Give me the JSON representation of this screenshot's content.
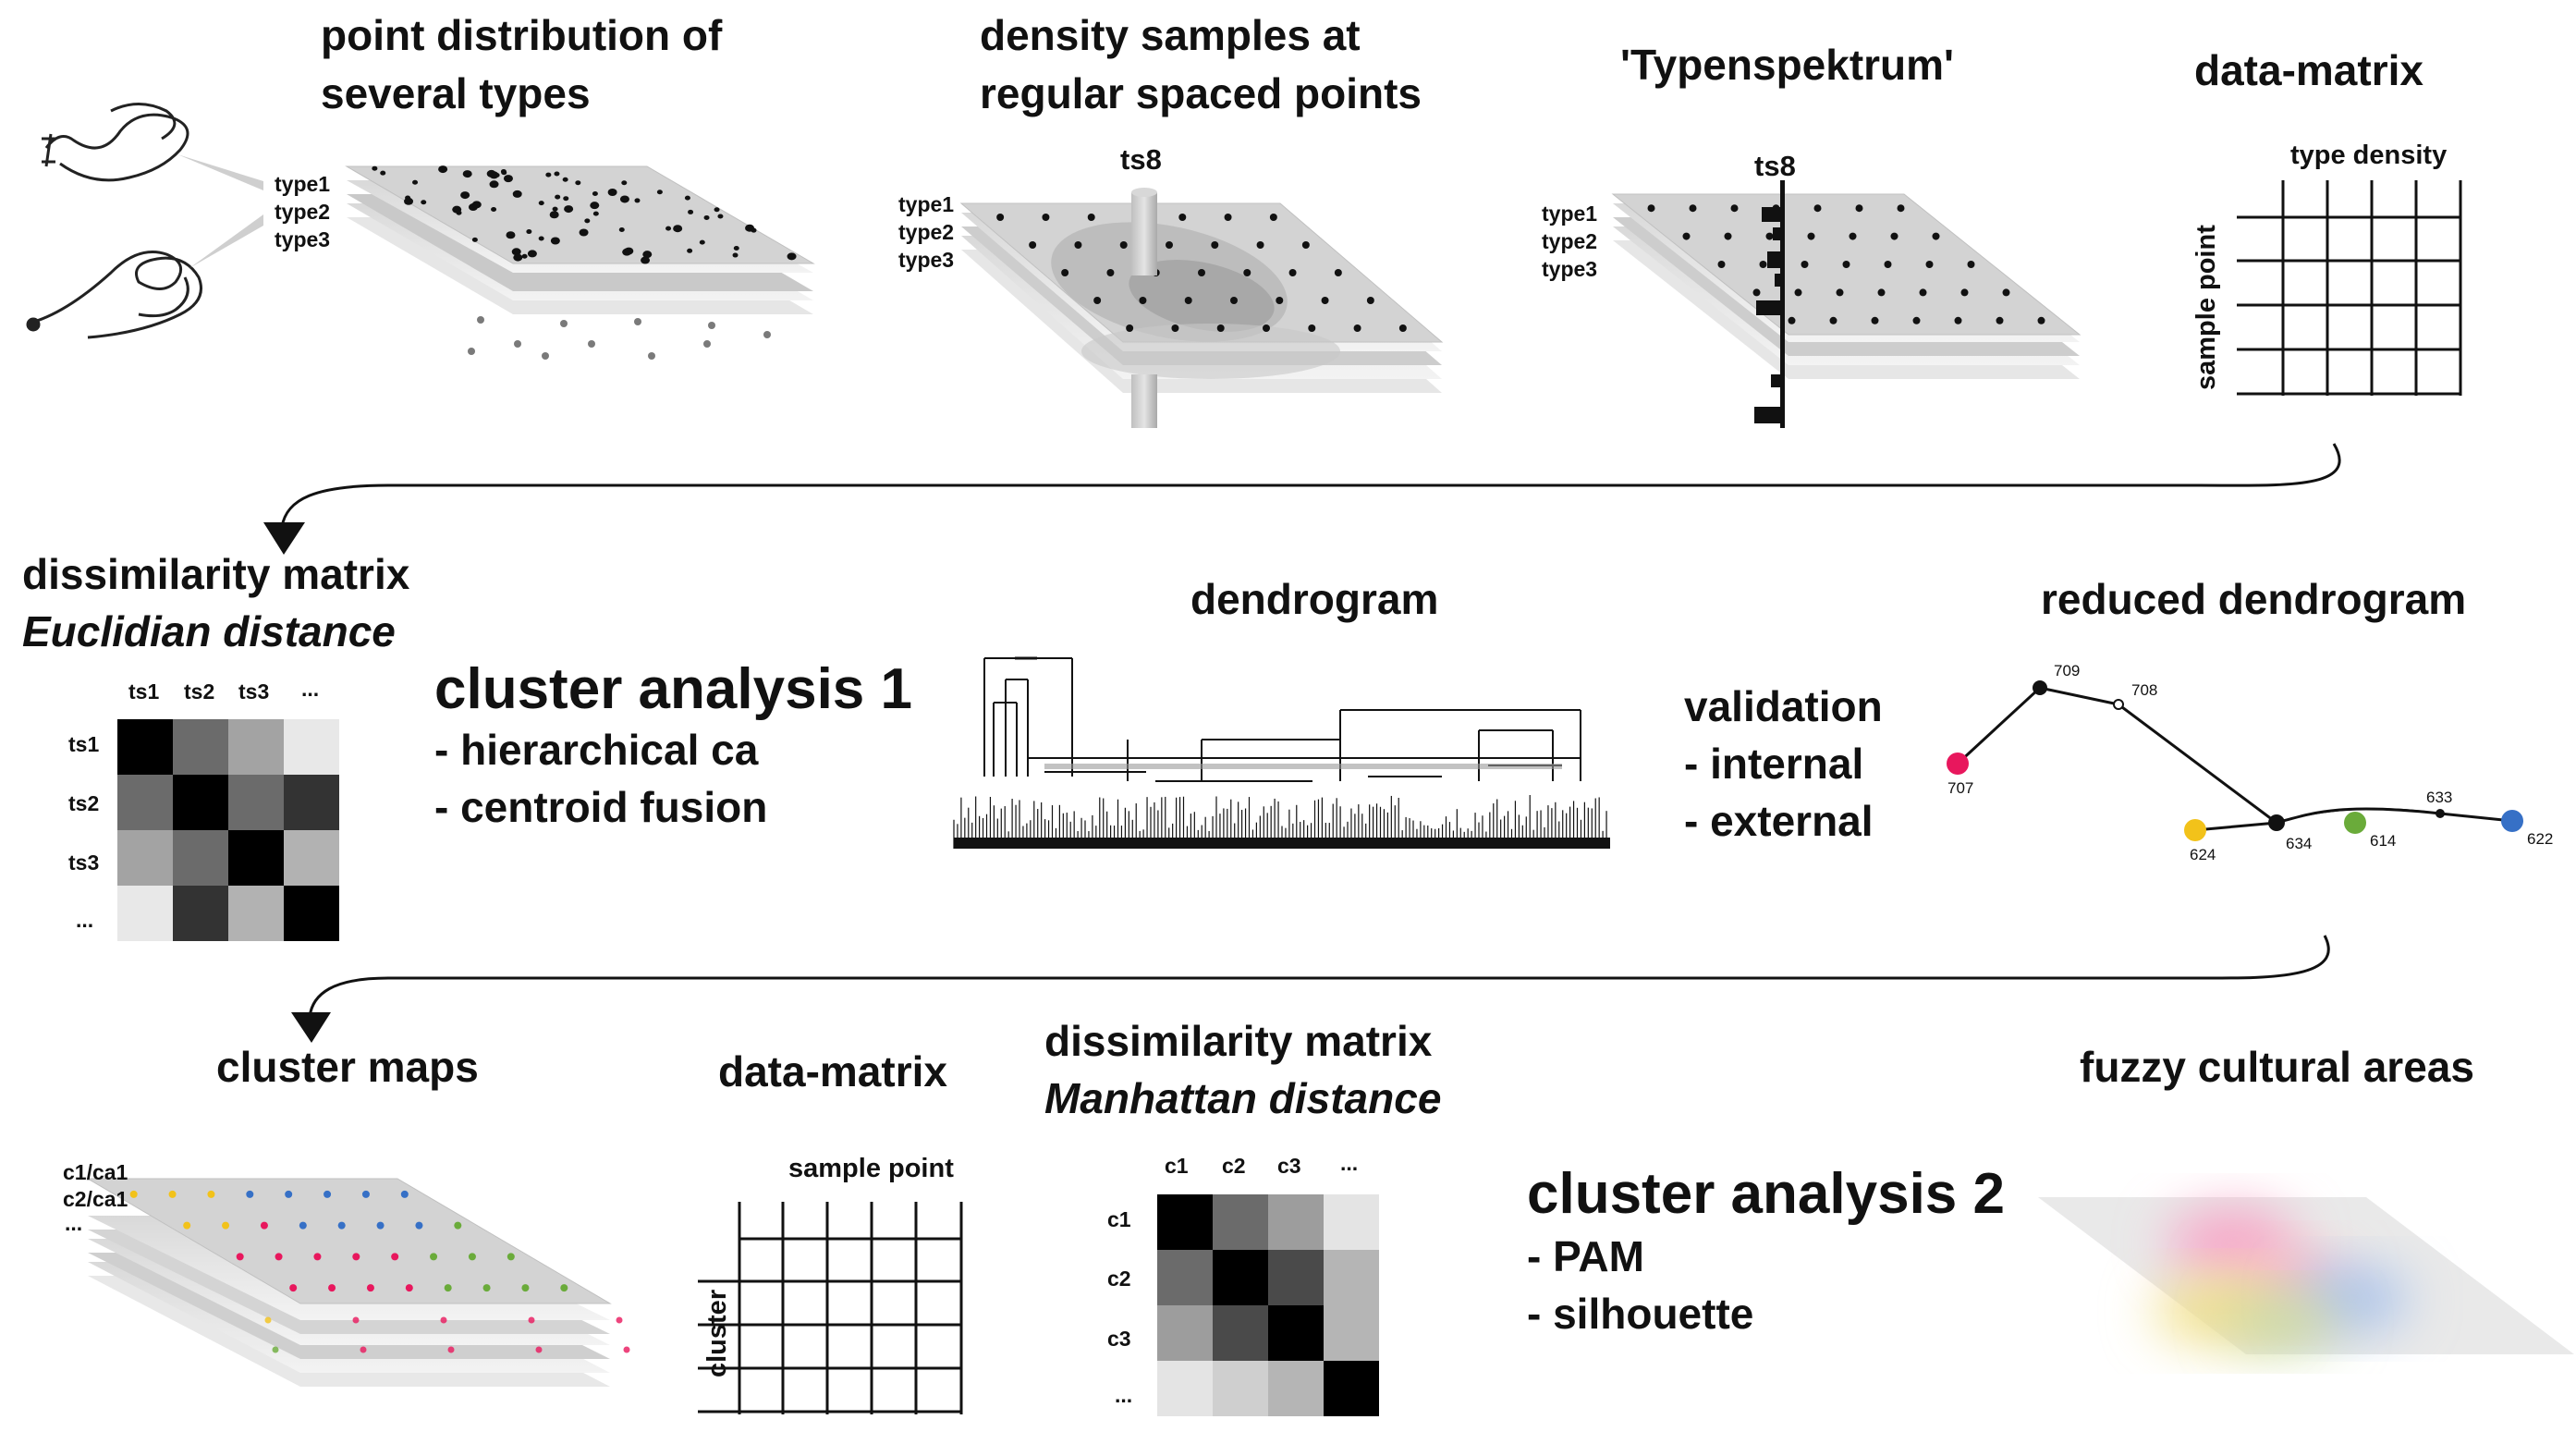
{
  "row1": {
    "point_distribution": {
      "title_l1": "point distribution of",
      "title_l2": "several types",
      "layers": [
        "type1",
        "type2",
        "type3"
      ]
    },
    "density_samples": {
      "title_l1": "density samples at",
      "title_l2": "regular spaced points",
      "marker": "ts8",
      "layers": [
        "type1",
        "type2",
        "type3"
      ]
    },
    "typenspektrum": {
      "title": "'Typenspektrum'",
      "marker": "ts8",
      "layers": [
        "type1",
        "type2",
        "type3"
      ]
    },
    "data_matrix": {
      "title": "data-matrix",
      "col_label": "type density",
      "row_label": "sample point"
    }
  },
  "row2": {
    "dissimilarity": {
      "title_l1": "dissimilarity matrix",
      "title_l2": "Euclidian distance",
      "cols": [
        "ts1",
        "ts2",
        "ts3",
        "..."
      ],
      "rows": [
        "ts1",
        "ts2",
        "ts3",
        "..."
      ],
      "cells": [
        [
          "#000000",
          "#6b6b6b",
          "#a3a3a3",
          "#e8e8e8"
        ],
        [
          "#6b6b6b",
          "#000000",
          "#6b6b6b",
          "#333333"
        ],
        [
          "#a3a3a3",
          "#6b6b6b",
          "#000000",
          "#b2b2b2"
        ],
        [
          "#e8e8e8",
          "#333333",
          "#b2b2b2",
          "#000000"
        ]
      ]
    },
    "cluster1": {
      "title": "cluster analysis 1",
      "item1": "- hierarchical ca",
      "item2": "- centroid fusion"
    },
    "dendrogram": {
      "title": "dendrogram"
    },
    "validation": {
      "title": "validation",
      "item1": "- internal",
      "item2": "- external"
    },
    "reduced": {
      "title": "reduced dendrogram",
      "nodes": {
        "n707": "707",
        "n709": "709",
        "n708": "708",
        "n624": "624",
        "n634": "634",
        "n614": "614",
        "n633": "633",
        "n622": "622"
      },
      "colors": {
        "pink": "#e8175d",
        "yellow": "#f2c21a",
        "green": "#6aab3a",
        "blue": "#3670c6"
      }
    }
  },
  "row3": {
    "cluster_maps": {
      "title": "cluster maps",
      "layers": [
        "c1/ca1",
        "c2/ca1",
        "..."
      ]
    },
    "data_matrix": {
      "title": "data-matrix",
      "col_label": "sample point",
      "row_label": "cluster"
    },
    "dissimilarity": {
      "title_l1": "dissimilarity matrix",
      "title_l2": "Manhattan distance",
      "cols": [
        "c1",
        "c2",
        "c3",
        "..."
      ],
      "rows": [
        "c1",
        "c2",
        "c3",
        "..."
      ],
      "cells": [
        [
          "#000000",
          "#6b6b6b",
          "#9d9d9d",
          "#e4e4e4"
        ],
        [
          "#6b6b6b",
          "#000000",
          "#4a4a4a",
          "#b5b5b5"
        ],
        [
          "#9d9d9d",
          "#4a4a4a",
          "#000000",
          "#b5b5b5"
        ],
        [
          "#e4e4e4",
          "#cfcfcf",
          "#b5b5b5",
          "#000000"
        ]
      ]
    },
    "cluster2": {
      "title": "cluster analysis 2",
      "item1": "- PAM",
      "item2": "- silhouette"
    },
    "fuzzy": {
      "title": "fuzzy cultural areas"
    }
  }
}
